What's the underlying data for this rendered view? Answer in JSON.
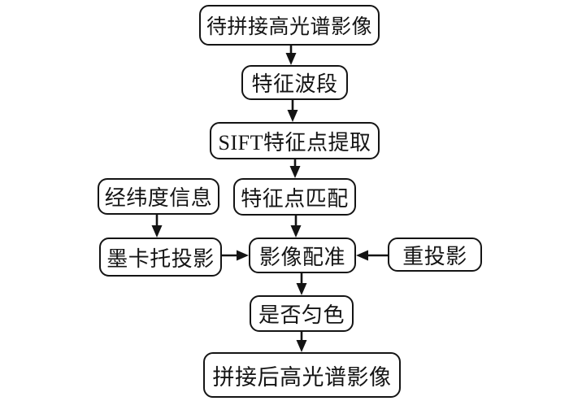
{
  "diagram": {
    "type": "flowchart",
    "background_color": "#ffffff",
    "line_color": "#141414",
    "nodes": [
      {
        "id": "input-image",
        "label": "待拼接高光谱影像"
      },
      {
        "id": "feature-bands",
        "label": "特征波段"
      },
      {
        "id": "sift-extraction",
        "label": "SIFT特征点提取"
      },
      {
        "id": "feature-matching",
        "label": "特征点匹配"
      },
      {
        "id": "latlon-info",
        "label": "经纬度信息"
      },
      {
        "id": "mercator-projection",
        "label": "墨卡托投影"
      },
      {
        "id": "image-registration",
        "label": "影像配准"
      },
      {
        "id": "reprojection",
        "label": "重投影"
      },
      {
        "id": "color-balance",
        "label": "是否匀色"
      },
      {
        "id": "output-image",
        "label": "拼接后高光谱影像"
      }
    ],
    "edges": [
      {
        "from": "待拼接高光谱影像",
        "to": "特征波段"
      },
      {
        "from": "特征波段",
        "to": "SIFT特征点提取"
      },
      {
        "from": "SIFT特征点提取",
        "to": "特征点匹配"
      },
      {
        "from": "特征点匹配",
        "to": "影像配准"
      },
      {
        "from": "经纬度信息",
        "to": "墨卡托投影"
      },
      {
        "from": "墨卡托投影",
        "to": "影像配准"
      },
      {
        "from": "重投影",
        "to": "影像配准"
      },
      {
        "from": "影像配准",
        "to": "是否匀色"
      },
      {
        "from": "是否匀色",
        "to": "拼接后高光谱影像"
      }
    ]
  }
}
